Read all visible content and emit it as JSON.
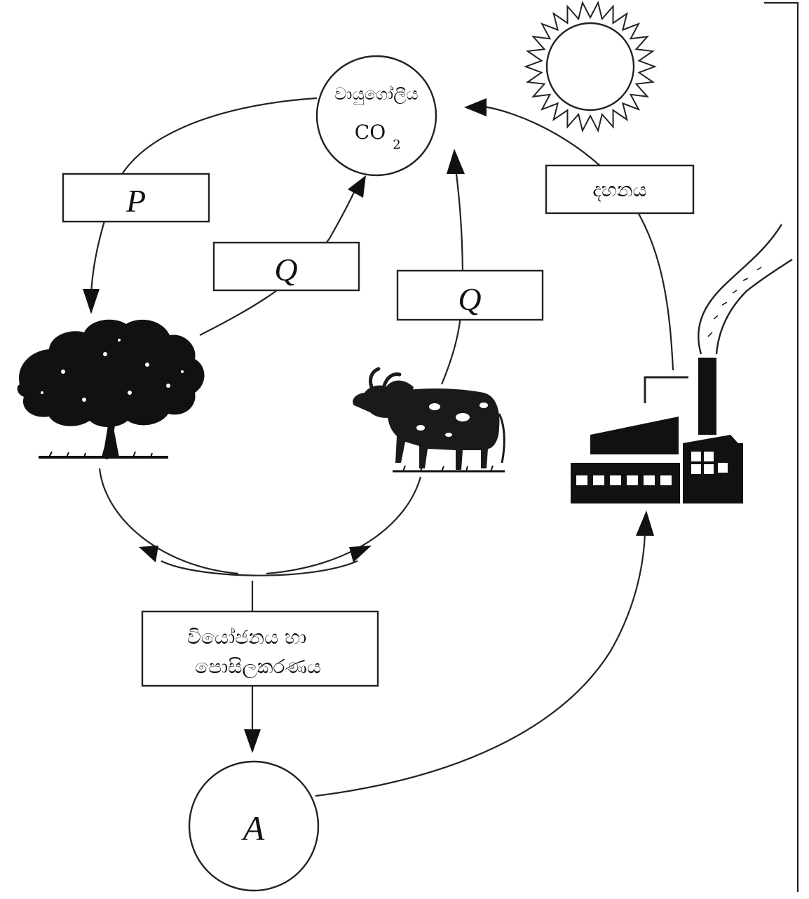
{
  "nodes": {
    "atmosphere": {
      "label": "වායුගෝලීය",
      "formula_main": "CO",
      "formula_sub": "2"
    },
    "reservoir": {
      "label": "A"
    }
  },
  "process_labels": {
    "p": "P",
    "q_tree": "Q",
    "q_cow": "Q",
    "combustion": "දහනය",
    "decomposition_line1": "වියෝජනය හා",
    "decomposition_line2": "පොසිලකරණය"
  },
  "images": {
    "sun": "sun-icon",
    "tree": "tree-icon",
    "cow": "cow-icon",
    "factory": "factory-icon"
  },
  "colors": {
    "ink": "#111111",
    "paper": "#ffffff"
  }
}
